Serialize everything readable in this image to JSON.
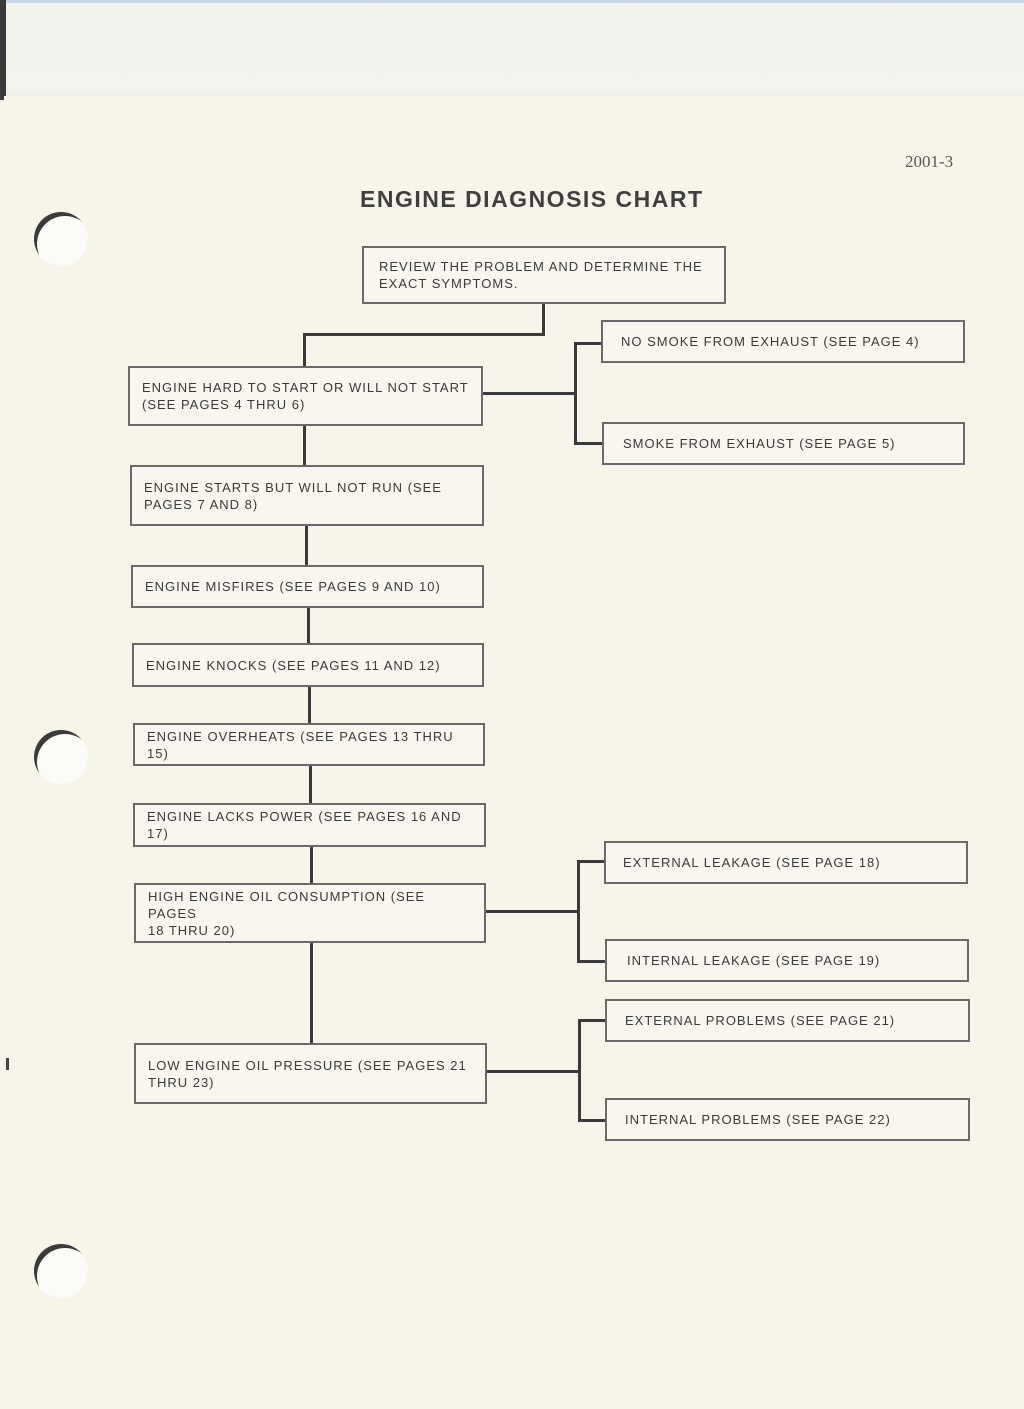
{
  "page_number": "2001-3",
  "chart_title": "ENGINE DIAGNOSIS CHART",
  "boxes": {
    "review": "REVIEW THE PROBLEM AND DETERMINE THE\nEXACT SYMPTOMS.",
    "hard_start": "ENGINE HARD TO START OR WILL NOT START\n(SEE PAGES 4 THRU 6)",
    "no_smoke": "NO SMOKE FROM EXHAUST (SEE PAGE 4)",
    "smoke": "SMOKE FROM EXHAUST (SEE PAGE 5)",
    "starts_no_run": "ENGINE STARTS BUT WILL NOT RUN (SEE\nPAGES 7 AND 8)",
    "misfires": "ENGINE MISFIRES (SEE PAGES 9 AND 10)",
    "knocks": "ENGINE KNOCKS (SEE PAGES 11 AND 12)",
    "overheats": "ENGINE OVERHEATS (SEE PAGES 13 THRU 15)",
    "lacks_power": "ENGINE LACKS POWER (SEE PAGES 16 AND 17)",
    "oil_consumption": "HIGH ENGINE OIL CONSUMPTION (SEE PAGES\n18 THRU 20)",
    "external_leakage": "EXTERNAL LEAKAGE (SEE PAGE 18)",
    "internal_leakage": "INTERNAL LEAKAGE (SEE PAGE 19)",
    "oil_pressure": "LOW ENGINE OIL PRESSURE (SEE PAGES 21\nTHRU 23)",
    "external_problems": "EXTERNAL PROBLEMS (SEE PAGE 21)",
    "internal_problems": "INTERNAL PROBLEMS (SEE PAGE 22)"
  }
}
